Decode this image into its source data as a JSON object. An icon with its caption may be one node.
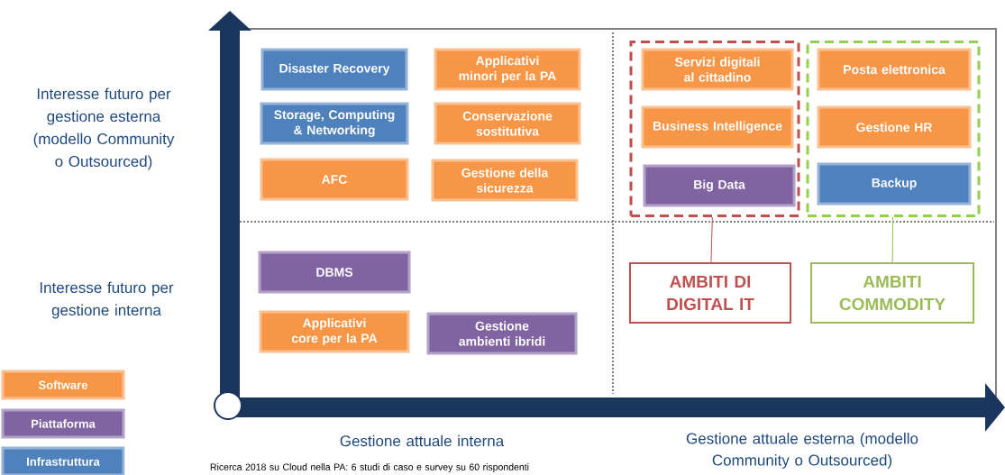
{
  "diagram": {
    "nodes": [
      {
        "text": [
          "Disaster Recovery"
        ]
      },
      {
        "text": [
          "Applicativi minori per la PA"
        ]
      },
      {
        "text": [
          "Storage, Computing & Networking"
        ]
      },
      {
        "text": [
          "Conservazione sostitutiva"
        ]
      },
      {
        "text": [
          "AFC"
        ]
      },
      {
        "text": [
          "Gestione della sicurezza"
        ]
      },
      {
        "text": [],
        "shape": "box"
      },
      {
        "text": [
          "Servizi digitali al cittadino"
        ],
        "in": 6
      },
      {
        "text": [
          "Business Intelligence"
        ],
        "in": 6
      },
      {
        "text": [
          "Big Data"
        ],
        "in": 6
      },
      {
        "text": [],
        "shape": "box"
      },
      {
        "text": [
          "Posta elettronica"
        ],
        "in": 10
      },
      {
        "text": [
          "Gestione HR"
        ],
        "in": 10
      },
      {
        "text": [
          "Backup"
        ],
        "in": 10
      },
      {
        "text": [
          "DBMS"
        ]
      },
      {
        "text": [
          "Applicativi core per la PA"
        ]
      },
      {
        "text": [
          "Gestione ambienti ibridi"
        ]
      },
      {
        "text": [
          "AMBITI DI DIGITAL IT"
        ]
      },
      {
        "text": [
          "AMBITI COMMODITY"
        ]
      }
    ],
    "edges": [
      {
        "from": 17,
        "to": 6,
        "arrow": "none",
        "color": "#c0504d"
      },
      {
        "from": 18,
        "to": 10,
        "arrow": "none",
        "color": "#9bbb59"
      }
    ],
    "labels": [
      "Interesse futuro per gestione esterna (modello Community o Outsourced)",
      "Interesse futuro per gestione interna",
      "Gestione attuale interna",
      "Gestione attuale esterna (modello Community o Outsourced)",
      "Ricerca 2018 su Cloud nella PA: 6 studi di caso e survey su 60 rispondenti"
    ],
    "legend": [
      {
        "text": "Software",
        "color": "#f79646"
      },
      {
        "text": "Piattaforma",
        "color": "#8064a2"
      },
      {
        "text": "Infrastruttura",
        "color": "#4f81bd"
      }
    ]
  }
}
